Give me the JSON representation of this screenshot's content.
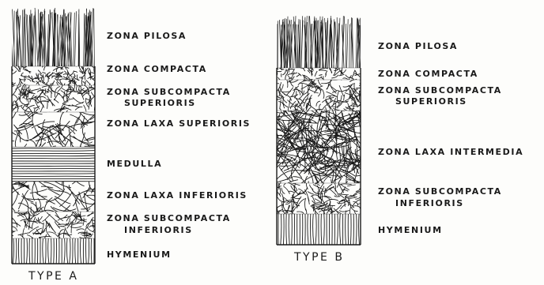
{
  "diagram": {
    "line_color": "#1a1a1a",
    "background": "#fdfdfb"
  },
  "type_a": {
    "caption": "TYPE A",
    "layers": [
      {
        "key": "pilosa",
        "name": "ZONA PILOSA",
        "pattern": "hairs"
      },
      {
        "key": "compacta",
        "name": "ZONA COMPACTA",
        "pattern": "dense"
      },
      {
        "key": "subcompacta_sup",
        "name_line1": "ZONA SUBCOMPACTA",
        "name_line2": "SUPERIORIS",
        "pattern": "medium"
      },
      {
        "key": "laxa_sup",
        "name": "ZONA LAXA SUPERIORIS",
        "pattern": "loose"
      },
      {
        "key": "medulla",
        "name": "MEDULLA",
        "pattern": "horizontal"
      },
      {
        "key": "laxa_inf",
        "name": "ZONA LAXA INFERIORIS",
        "pattern": "loose"
      },
      {
        "key": "subcompacta_inf",
        "name_line1": "ZONA SUBCOMPACTA",
        "name_line2": "INFERIORIS",
        "pattern": "medium"
      },
      {
        "key": "hymenium",
        "name": "HYMENIUM",
        "pattern": "vertical"
      }
    ]
  },
  "type_b": {
    "caption": "TYPE B",
    "layers": [
      {
        "key": "pilosa",
        "name": "ZONA PILOSA",
        "pattern": "hairs"
      },
      {
        "key": "compacta",
        "name": "ZONA COMPACTA",
        "pattern": "dense"
      },
      {
        "key": "subcompacta_sup",
        "name_line1": "ZONA SUBCOMPACTA",
        "name_line2": "SUPERIORIS",
        "pattern": "medium"
      },
      {
        "key": "laxa_int",
        "name": "ZONA LAXA INTERMEDIA",
        "pattern": "interwoven"
      },
      {
        "key": "subcompacta_inf",
        "name_line1": "ZONA SUBCOMPACTA",
        "name_line2": "INFERIORIS",
        "pattern": "medium"
      },
      {
        "key": "hymenium",
        "name": "HYMENIUM",
        "pattern": "vertical"
      }
    ]
  }
}
